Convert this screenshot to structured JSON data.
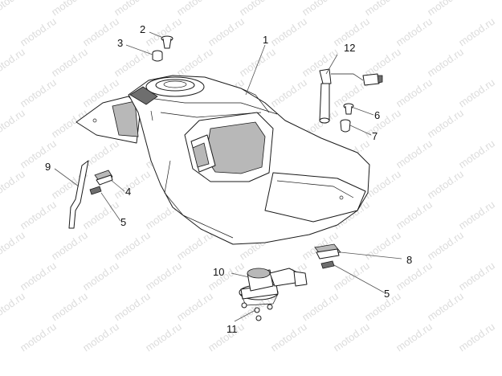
{
  "watermark": {
    "text": "motod.ru"
  },
  "callouts": [
    {
      "id": "c1",
      "label": "1"
    },
    {
      "id": "c2",
      "label": "2"
    },
    {
      "id": "c3",
      "label": "3"
    },
    {
      "id": "c4",
      "label": "4"
    },
    {
      "id": "c5a",
      "label": "5"
    },
    {
      "id": "c5b",
      "label": "5"
    },
    {
      "id": "c6",
      "label": "6"
    },
    {
      "id": "c7",
      "label": "7"
    },
    {
      "id": "c8",
      "label": "8"
    },
    {
      "id": "c9",
      "label": "9"
    },
    {
      "id": "c10",
      "label": "10"
    },
    {
      "id": "c11",
      "label": "11"
    },
    {
      "id": "c12",
      "label": "12"
    }
  ]
}
